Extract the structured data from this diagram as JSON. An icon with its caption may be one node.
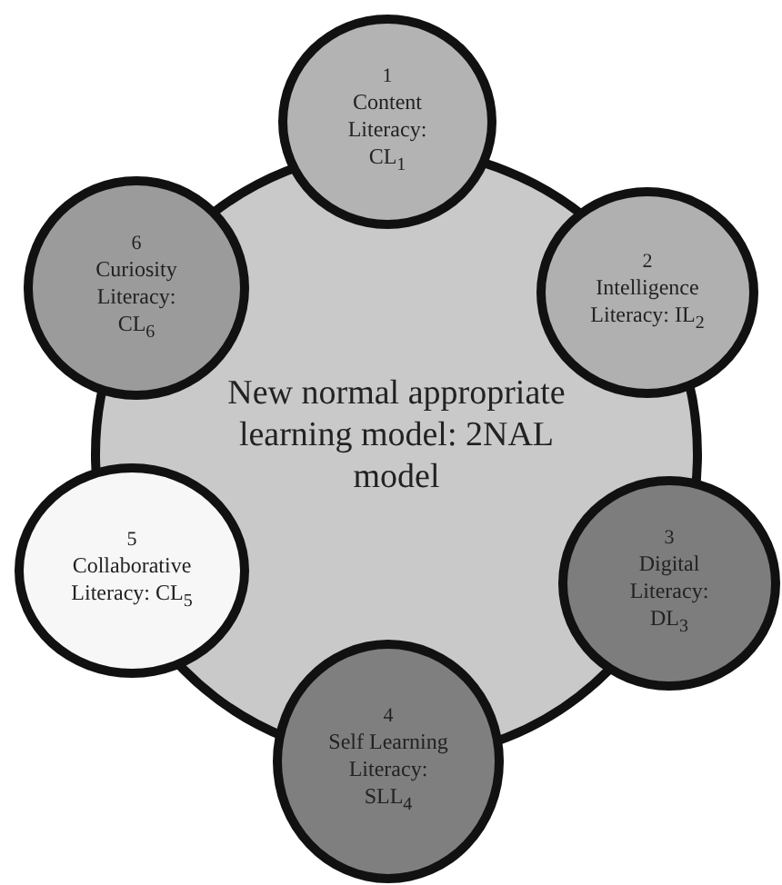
{
  "diagram": {
    "nodes": [
      {
        "text": [
          "New normal appropriate learning model: 2NAL model"
        ]
      },
      {
        "text": [
          "1",
          "Content Literacy: CL$_{1}$"
        ]
      },
      {
        "text": [
          "2",
          "Intelligence Literacy: IL$_{2}$"
        ]
      },
      {
        "text": [
          "3",
          "Digital Literacy: DL$_{3}$"
        ]
      },
      {
        "text": [
          "4",
          "Self Learning Literacy: SLL$_{4}$"
        ]
      },
      {
        "text": [
          "5",
          "Collaborative Literacy: CL$_{5}$"
        ]
      },
      {
        "text": [
          "6",
          "Curiosity Literacy: CL$_{6}$"
        ]
      }
    ]
  }
}
